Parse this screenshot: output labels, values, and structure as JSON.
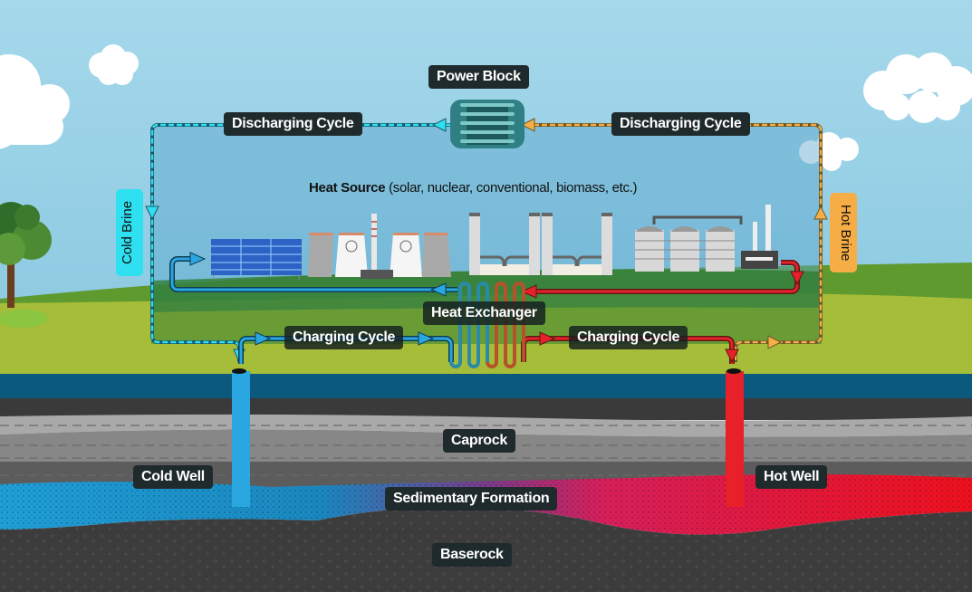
{
  "diagram": {
    "title": "Geothermal Heat Storage System",
    "labels": {
      "power_block": "Power Block",
      "discharging_left": "Discharging Cycle",
      "discharging_right": "Discharging Cycle",
      "cold_brine": "Cold Brine",
      "hot_brine": "Hot Brine",
      "heat_source_bold": "Heat Source",
      "heat_source_detail": " (solar, nuclear, conventional, biomass, etc.)",
      "heat_exchanger": "Heat Exchanger",
      "charging_left": "Charging Cycle",
      "charging_right": "Charging Cycle",
      "caprock": "Caprock",
      "cold_well": "Cold Well",
      "hot_well": "Hot Well",
      "sedimentary_formation": "Sedimentary Formation",
      "baserock": "Baserock"
    },
    "colors": {
      "sky": "#9fd3e8",
      "cold": "#2aa6e0",
      "cold_brine": "#2ee0f0",
      "hot": "#e8202a",
      "hot_brine": "#f7ad45",
      "grass_light": "#a5bd38",
      "grass_dark": "#3f7d2a",
      "water": "#0b5a7e",
      "label_bg": "#1f2a2c"
    }
  }
}
